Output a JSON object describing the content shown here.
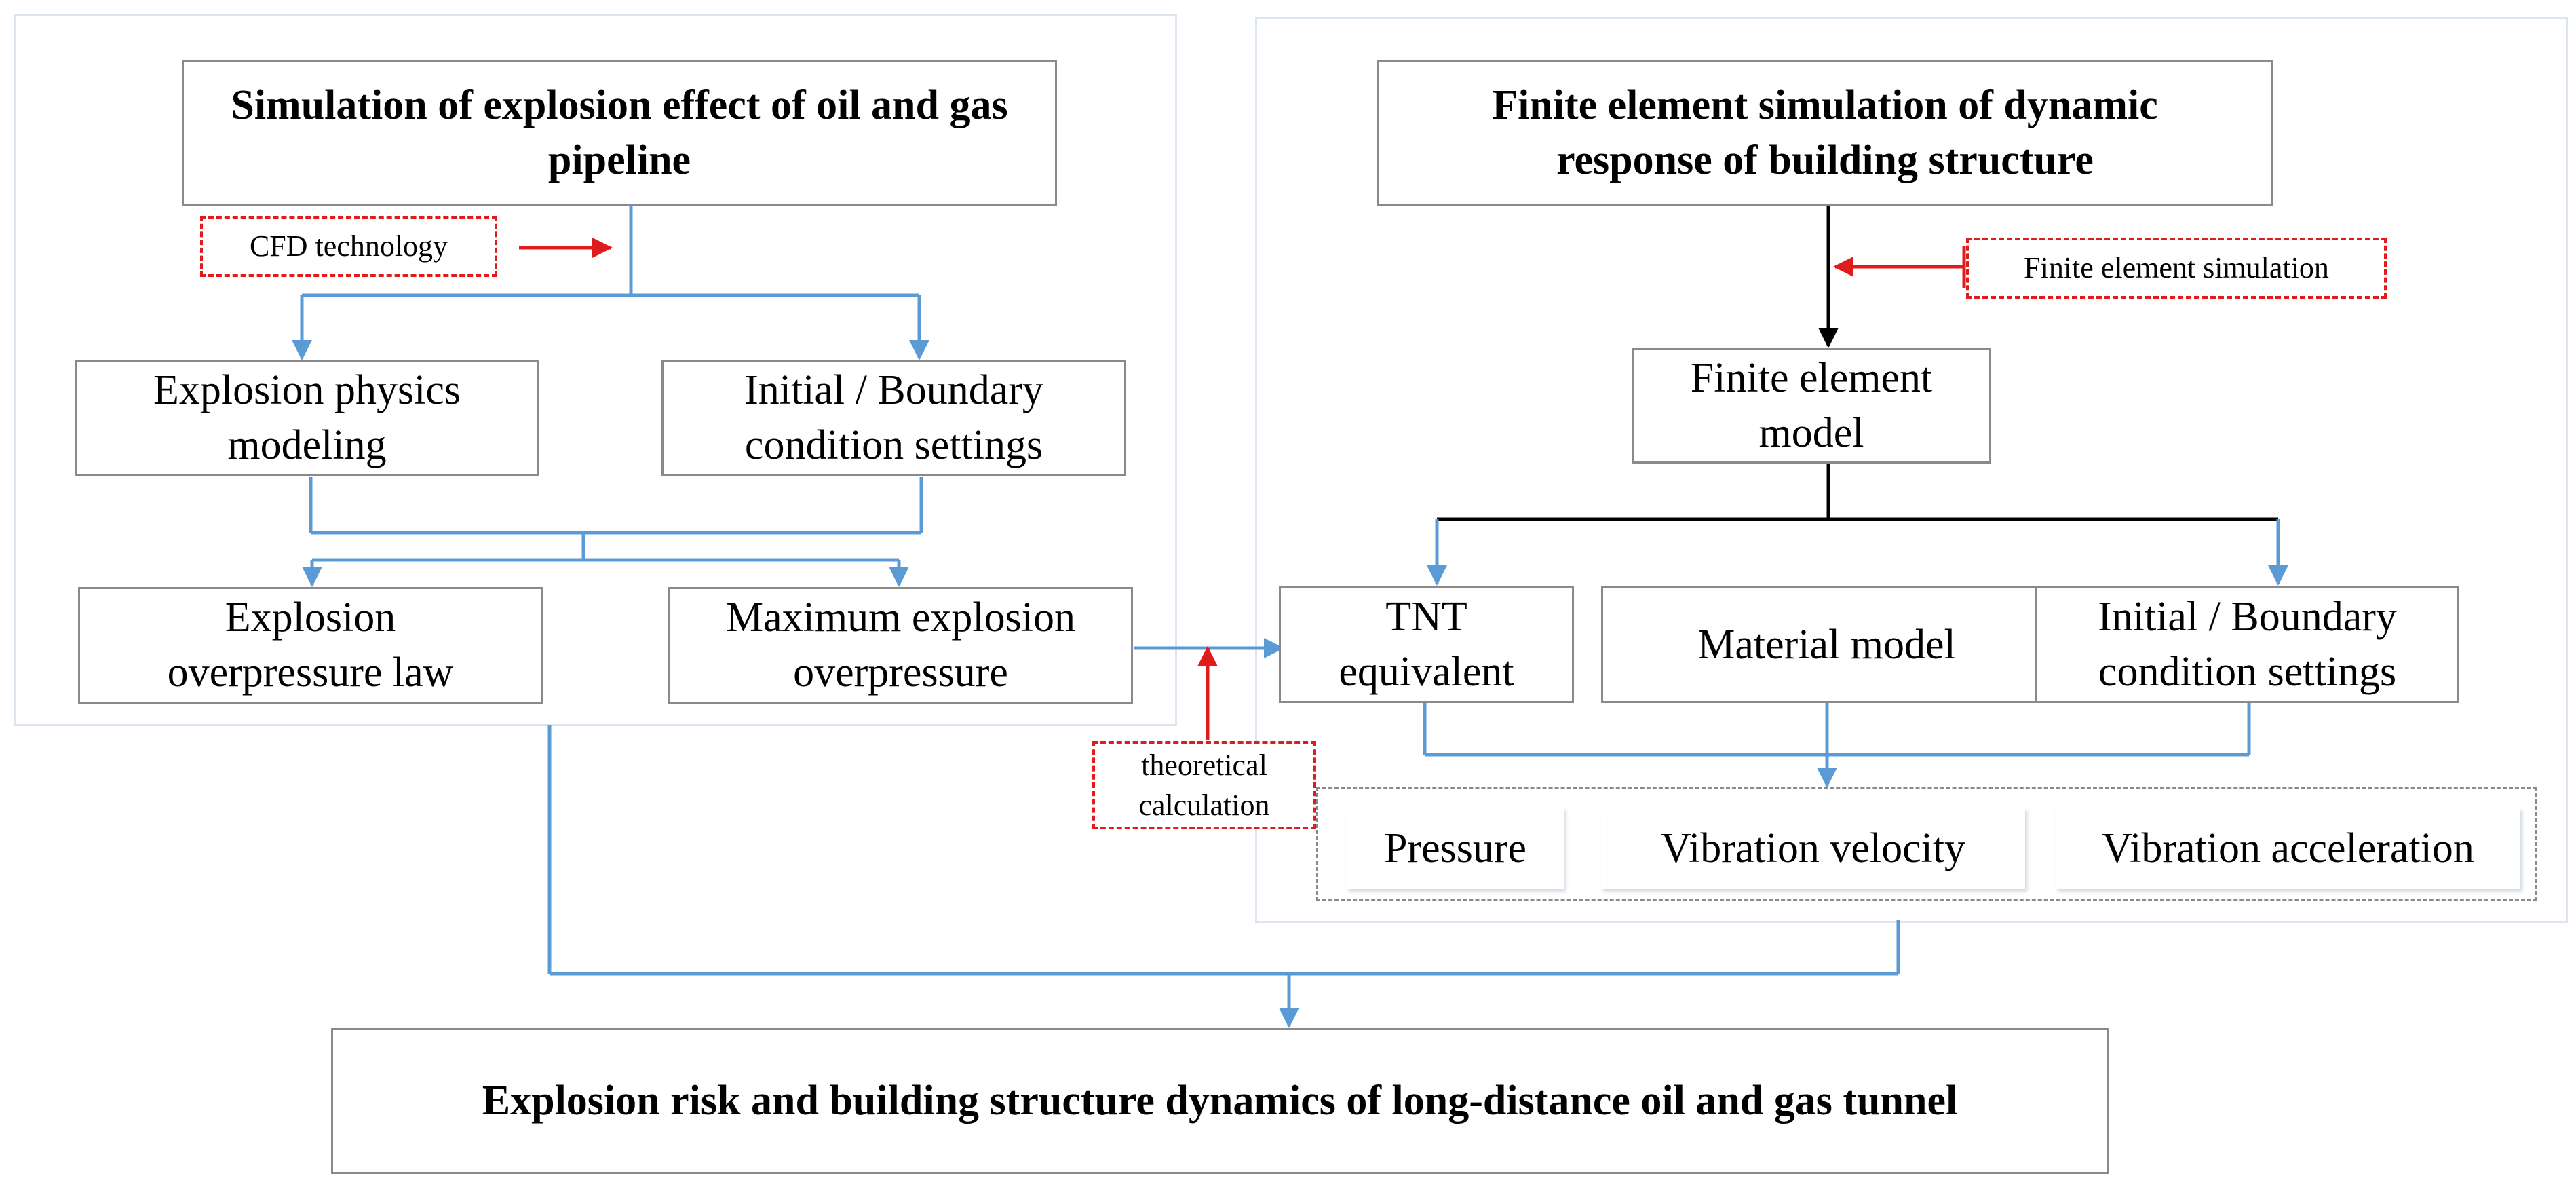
{
  "left_title": "Simulation of explosion effect of oil and gas pipeline",
  "right_title": "Finite element simulation of dynamic response of building structure",
  "cfd_label": "CFD technology",
  "fe_sim_label": "Finite element simulation",
  "theoretical_label": "theoretical calculation",
  "explosion_physics": "Explosion physics modeling",
  "left_boundary": "Initial / Boundary condition settings",
  "overpressure_law": "Explosion overpressure law",
  "max_overpressure": "Maximum explosion overpressure",
  "fe_model": "Finite element model",
  "tnt": "TNT equivalent",
  "material_model": "Material model",
  "right_boundary": "Initial / Boundary condition settings",
  "results": [
    "Pressure",
    "Vibration velocity",
    "Vibration acceleration"
  ],
  "bottom_title": "Explosion risk and building structure dynamics of long-distance oil and gas tunnel",
  "colors": {
    "flow": "#5b9bd5",
    "method": "#e01b1b",
    "box_border": "#8a8a8a",
    "panel": "#dbe6f1"
  }
}
